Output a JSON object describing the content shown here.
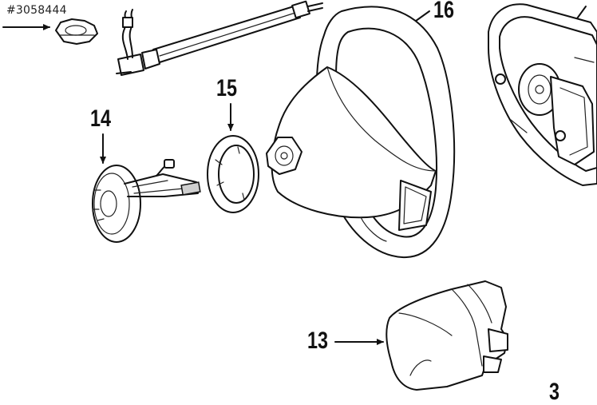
{
  "image_id_tag": "#3058444",
  "callouts": [
    {
      "id": "part-13",
      "label": "13"
    },
    {
      "id": "part-14",
      "label": "14"
    },
    {
      "id": "part-15",
      "label": "15"
    },
    {
      "id": "part-16",
      "label": "16"
    },
    {
      "id": "part-3",
      "label": "3"
    }
  ]
}
